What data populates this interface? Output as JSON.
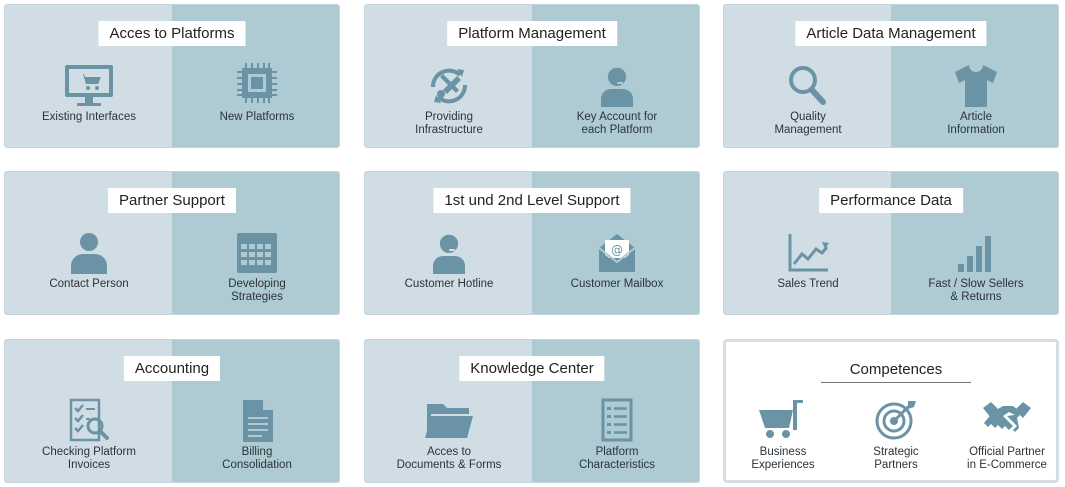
{
  "tiles": [
    {
      "title": "Acces to Platforms",
      "left": "Existing Interfaces",
      "right": "New Platforms"
    },
    {
      "title": "Platform Management",
      "left": "Providing\nInfrastructure",
      "right": "Key Account for\neach Platform"
    },
    {
      "title": "Article Data Management",
      "left": "Quality\nManagement",
      "right": "Article\nInformation"
    },
    {
      "title": "Partner Support",
      "left": "Contact Person",
      "right": "Developing\nStrategies"
    },
    {
      "title": "1st und 2nd Level Support",
      "left": "Customer Hotline",
      "right": "Customer Mailbox"
    },
    {
      "title": "Performance Data",
      "left": "Sales Trend",
      "right": "Fast / Slow Sellers\n& Returns"
    },
    {
      "title": "Accounting",
      "left": "Checking Platform\nInvoices",
      "right": "Billing\nConsolidation"
    },
    {
      "title": "Knowledge Center",
      "left": "Acces to\nDocuments & Forms",
      "right": "Platform\nCharacteristics"
    }
  ],
  "competences": {
    "title": "Competences",
    "items": [
      {
        "label": "Business\nExperiences",
        "icon": "cart-icon"
      },
      {
        "label": "Strategic\nPartners",
        "icon": "target-icon"
      },
      {
        "label": "Official Partner\nin E-Commerce",
        "icon": "handshake-icon"
      }
    ]
  },
  "icons": [
    [
      "monitor-cart-icon",
      "chip-icon"
    ],
    [
      "tools-icon",
      "agent-icon"
    ],
    [
      "magnifier-icon",
      "tshirt-icon"
    ],
    [
      "person-icon",
      "calendar-icon"
    ],
    [
      "agent-icon",
      "mail-icon"
    ],
    [
      "trend-chart-icon",
      "bar-chart-icon"
    ],
    [
      "checklist-icon",
      "document-icon"
    ],
    [
      "folder-icon",
      "list-document-icon"
    ]
  ],
  "colors": {
    "tile_left": "#d1dde4",
    "tile_right": "#aecbd3",
    "icon": "#6a93a6"
  }
}
